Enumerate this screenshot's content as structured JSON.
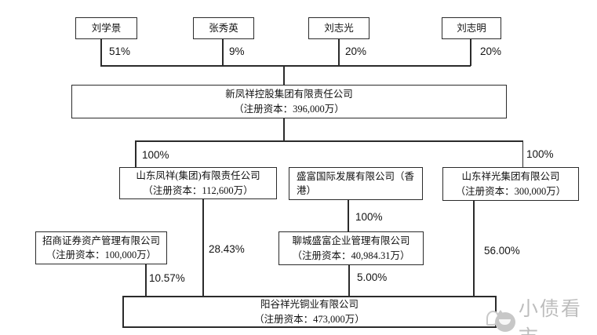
{
  "shareholders": [
    {
      "name": "刘学景",
      "share": "51%"
    },
    {
      "name": "张秀英",
      "share": "9%"
    },
    {
      "name": "刘志光",
      "share": "20%"
    },
    {
      "name": "刘志明",
      "share": "20%"
    }
  ],
  "companies": {
    "holding": {
      "name": "新凤祥控股集团有限责任公司",
      "capital": "（注册资本：396,000万）"
    },
    "fengxiang": {
      "name": "山东凤祥(集团)有限责任公司",
      "capital": "（注册资本：112,600万）"
    },
    "shengfu": {
      "name": "盛富国际发展有限公司（香港）"
    },
    "xiangguang": {
      "name": "山东祥光集团有限公司",
      "capital": "（注册资本：300,000万）"
    },
    "liaocheng": {
      "name": "聊城盛富企业管理有限公司",
      "capital": "（注册资本：40,984.31万）"
    },
    "zhaoshang": {
      "name": "招商证券资产管理有限公司",
      "capital": "（注册资本：100,000万）"
    },
    "target": {
      "name": "阳谷祥光铜业有限公司",
      "capital": "（注册资本：473,000万）"
    }
  },
  "ownership": {
    "holding_to_fengxiang": "100%",
    "holding_to_xiangguang": "100%",
    "shengfu_to_liaocheng": "100%",
    "fengxiang_to_target": "28.43%",
    "zhaoshang_to_target": "10.57%",
    "liaocheng_to_target": "5.00%",
    "xiangguang_to_target": "56.00%"
  },
  "watermark": {
    "text": "小债看市"
  },
  "colors": {
    "line": "#2b2b2b",
    "watermark": "#bdbdbd",
    "background": "#ffffff"
  }
}
